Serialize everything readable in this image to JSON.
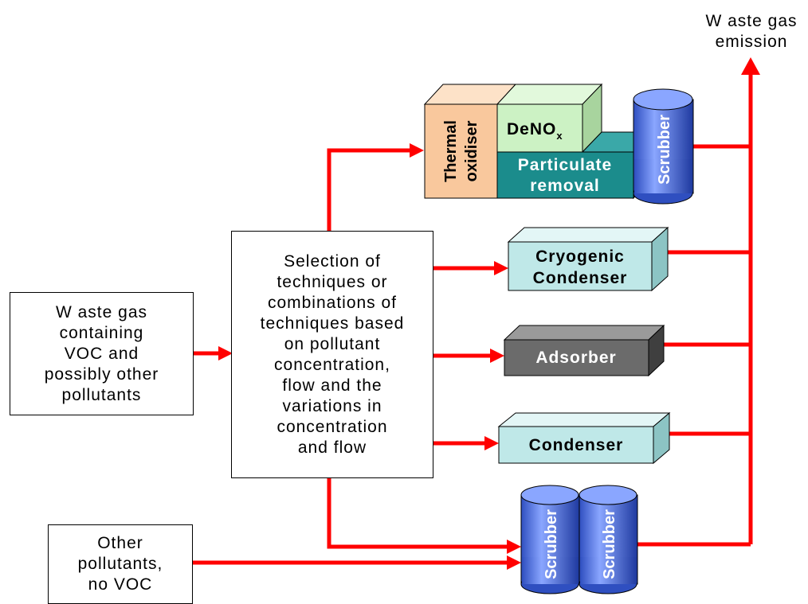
{
  "emission_label": "W aste gas\nemission",
  "input_box": "W aste gas\ncontaining\nVOC and\npossibly other\npollutants",
  "selection_box": "Selection of\ntechniques or\ncombinations of\ntechniques based\non pollutant\nconcentration,\nflow and the\nvariations in\nconcentration\nand flow",
  "other_box": "Other\npollutants,\nno VOC",
  "units": {
    "thermal_oxidiser": [
      "Thermal",
      "oxidiser"
    ],
    "denox": "DeNO",
    "denox_sub": "x",
    "particulate": [
      "Particulate",
      "removal"
    ],
    "scrubber": "Scrubber",
    "cryogenic": [
      "Cryogenic",
      "Condenser"
    ],
    "adsorber": "Adsorber",
    "condenser": "Condenser"
  },
  "colors": {
    "arrow": "#ff0000",
    "thermal_front": "#f9c89d",
    "denox_front": "#ccf2c4",
    "particulate_front": "#1b8c8c",
    "scrubber": "#4d6fe0",
    "cryogenic_front": "#bfe8e8",
    "adsorber_front": "#6b6b6b",
    "condenser_front": "#bfe8e8"
  }
}
